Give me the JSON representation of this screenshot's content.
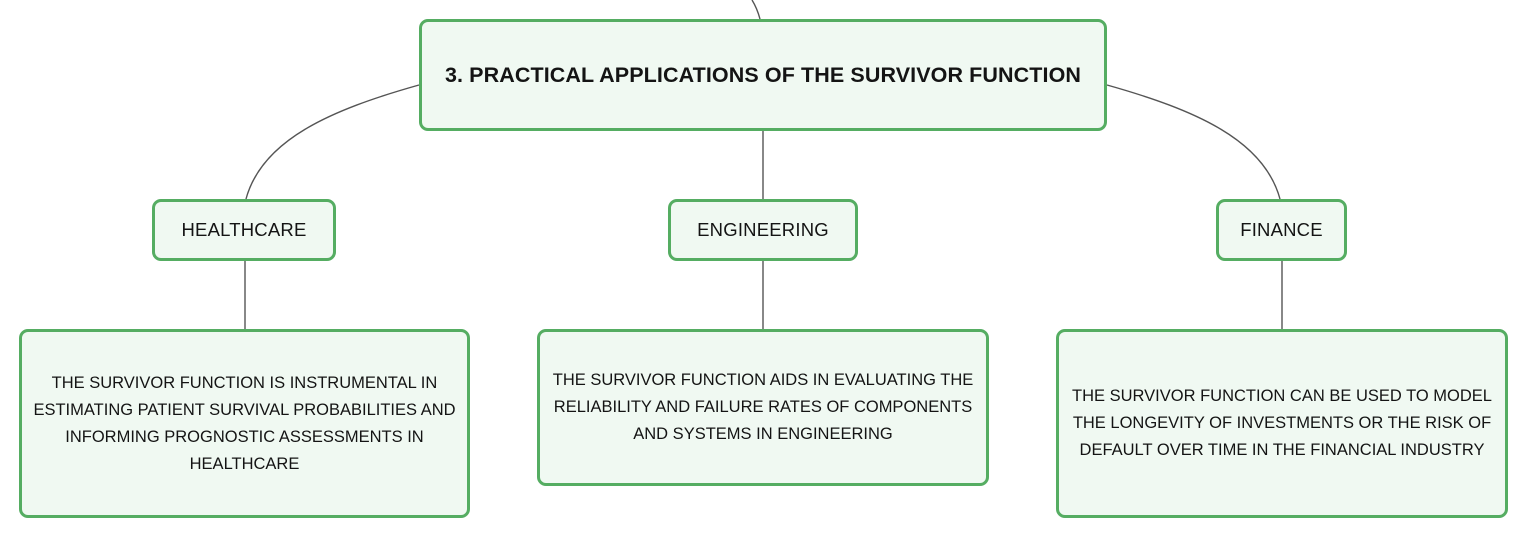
{
  "diagram": {
    "root": {
      "label": "3. PRACTICAL APPLICATIONS OF THE SURVIVOR FUNCTION"
    },
    "categories": [
      {
        "label": "HEALTHCARE",
        "detail": "THE SURVIVOR FUNCTION IS INSTRUMENTAL IN ESTIMATING PATIENT SURVIVAL PROBABILITIES AND INFORMING PROGNOSTIC ASSESSMENTS IN HEALTHCARE"
      },
      {
        "label": "ENGINEERING",
        "detail": "THE SURVIVOR FUNCTION AIDS IN EVALUATING THE RELIABILITY AND FAILURE RATES OF COMPONENTS AND SYSTEMS IN ENGINEERING"
      },
      {
        "label": "FINANCE",
        "detail": "THE SURVIVOR FUNCTION CAN BE USED TO MODEL THE LONGEVITY OF INVESTMENTS OR THE RISK OF DEFAULT OVER TIME IN THE FINANCIAL INDUSTRY"
      }
    ]
  },
  "colors": {
    "node_border": "#55ad62",
    "node_fill": "#f0f9f2",
    "connector": "#555555",
    "text": "#141414"
  }
}
